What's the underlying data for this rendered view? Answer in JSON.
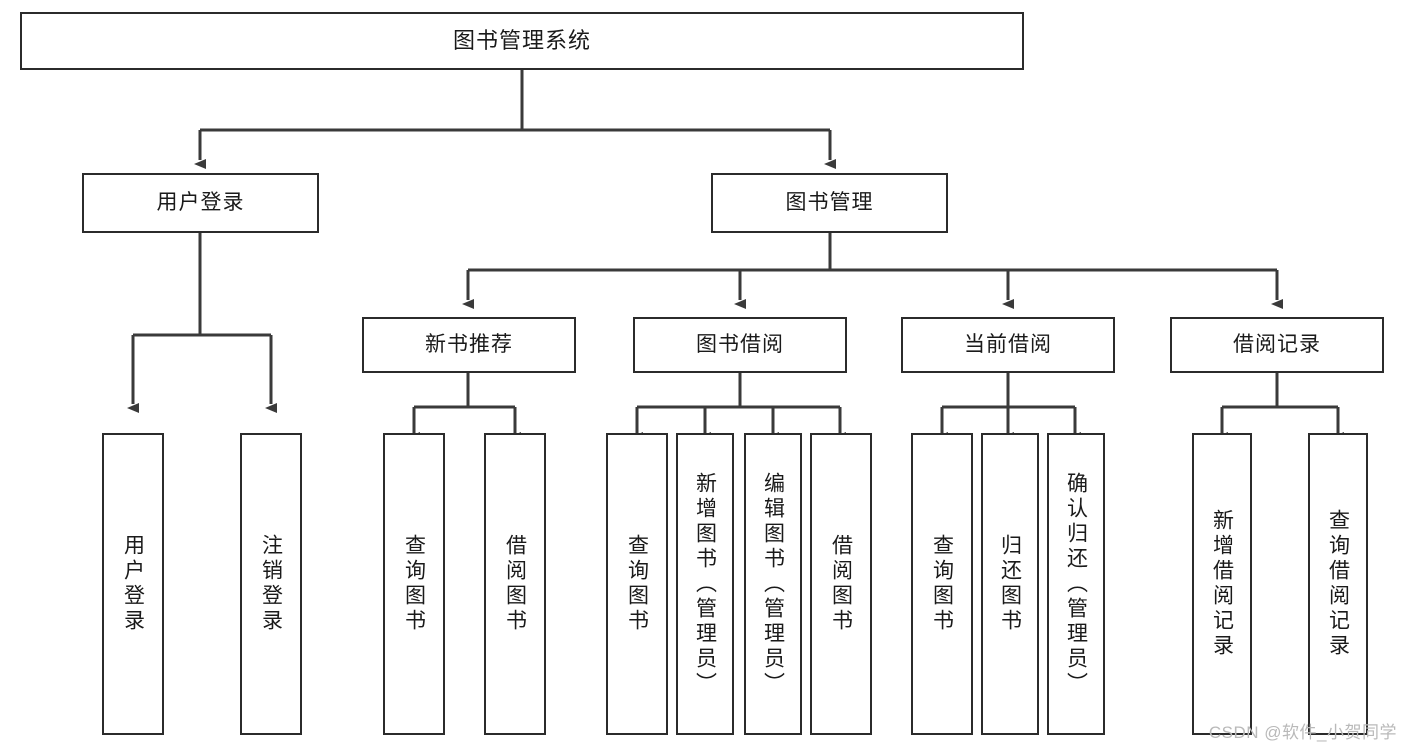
{
  "diagram": {
    "type": "tree",
    "title": "图书管理系统",
    "orientation": "top-down",
    "colors": {
      "box_border": "#2b2b2b",
      "box_fill": "#ffffff",
      "connector": "#3a3a3a",
      "text": "#1a1a1a",
      "watermark": "#b9b9b9",
      "background": "#ffffff"
    }
  },
  "root": {
    "label": "图书管理系统"
  },
  "level1": [
    {
      "label": "用户登录"
    },
    {
      "label": "图书管理"
    }
  ],
  "level2": [
    {
      "label": "新书推荐"
    },
    {
      "label": "图书借阅"
    },
    {
      "label": "当前借阅"
    },
    {
      "label": "借阅记录"
    }
  ],
  "leaves": {
    "user_login": [
      {
        "label": "用户登录"
      },
      {
        "label": "注销登录"
      }
    ],
    "new_book": [
      {
        "label": "查询图书"
      },
      {
        "label": "借阅图书"
      }
    ],
    "book_borrow": [
      {
        "label": "查询图书"
      },
      {
        "label": "新增图书（管理员）"
      },
      {
        "label": "编辑图书（管理员）"
      },
      {
        "label": "借阅图书"
      }
    ],
    "current_borrow": [
      {
        "label": "查询图书"
      },
      {
        "label": "归还图书"
      },
      {
        "label": "确认归还（管理员）"
      }
    ],
    "borrow_record": [
      {
        "label": "新增借阅记录"
      },
      {
        "label": "查询借阅记录"
      }
    ]
  },
  "watermark": {
    "text": "CSDN @软件_小贺同学"
  }
}
